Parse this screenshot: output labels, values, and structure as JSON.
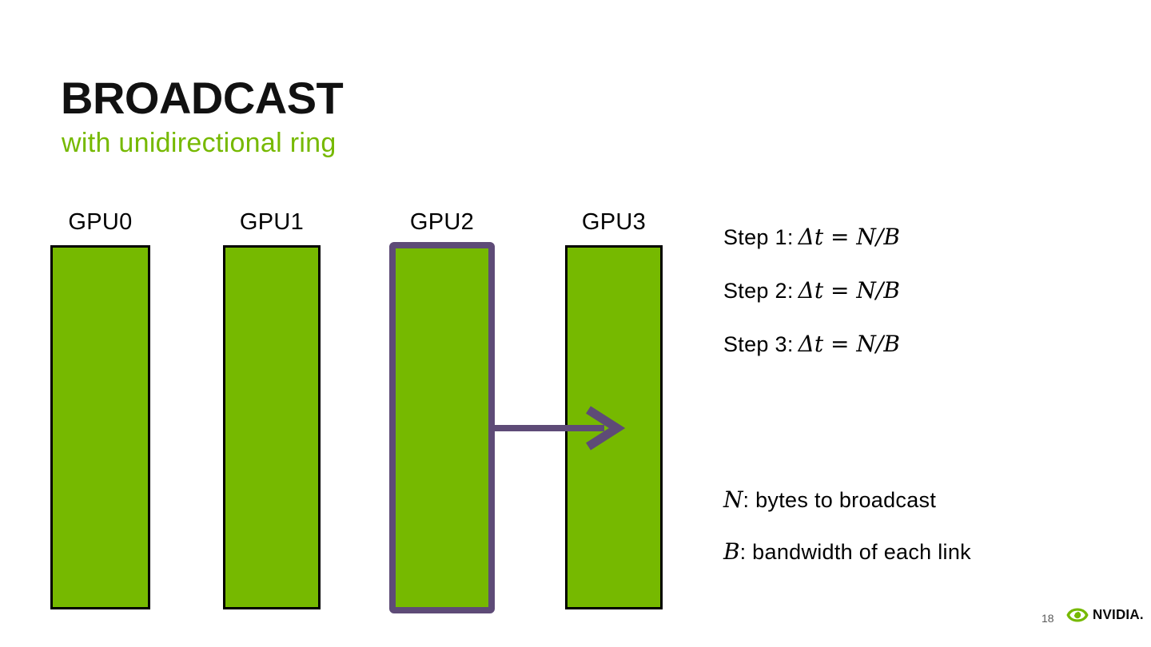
{
  "header": {
    "title": "BROADCAST",
    "subtitle": "with unidirectional ring"
  },
  "diagram": {
    "gpus": [
      {
        "label": "GPU0",
        "highlighted": false
      },
      {
        "label": "GPU1",
        "highlighted": false
      },
      {
        "label": "GPU2",
        "highlighted": true
      },
      {
        "label": "GPU3",
        "highlighted": false
      }
    ],
    "arrow": {
      "from": "GPU2",
      "to": "GPU3"
    }
  },
  "steps": [
    {
      "label": "Step 1:",
      "formula": "Δt = N/B"
    },
    {
      "label": "Step 2:",
      "formula": "Δt = N/B"
    },
    {
      "label": "Step 3:",
      "formula": "Δt = N/B"
    }
  ],
  "definitions": [
    {
      "symbol": "N",
      "text": ": bytes to broadcast"
    },
    {
      "symbol": "B",
      "text": ": bandwidth of each link"
    }
  ],
  "footer": {
    "page_number": "18",
    "logo_text": "NVIDIA."
  },
  "colors": {
    "nvidia_green": "#76b900",
    "arrow_purple": "#5e4b77",
    "bar_border": "#000000",
    "page_number_gray": "#595959"
  }
}
